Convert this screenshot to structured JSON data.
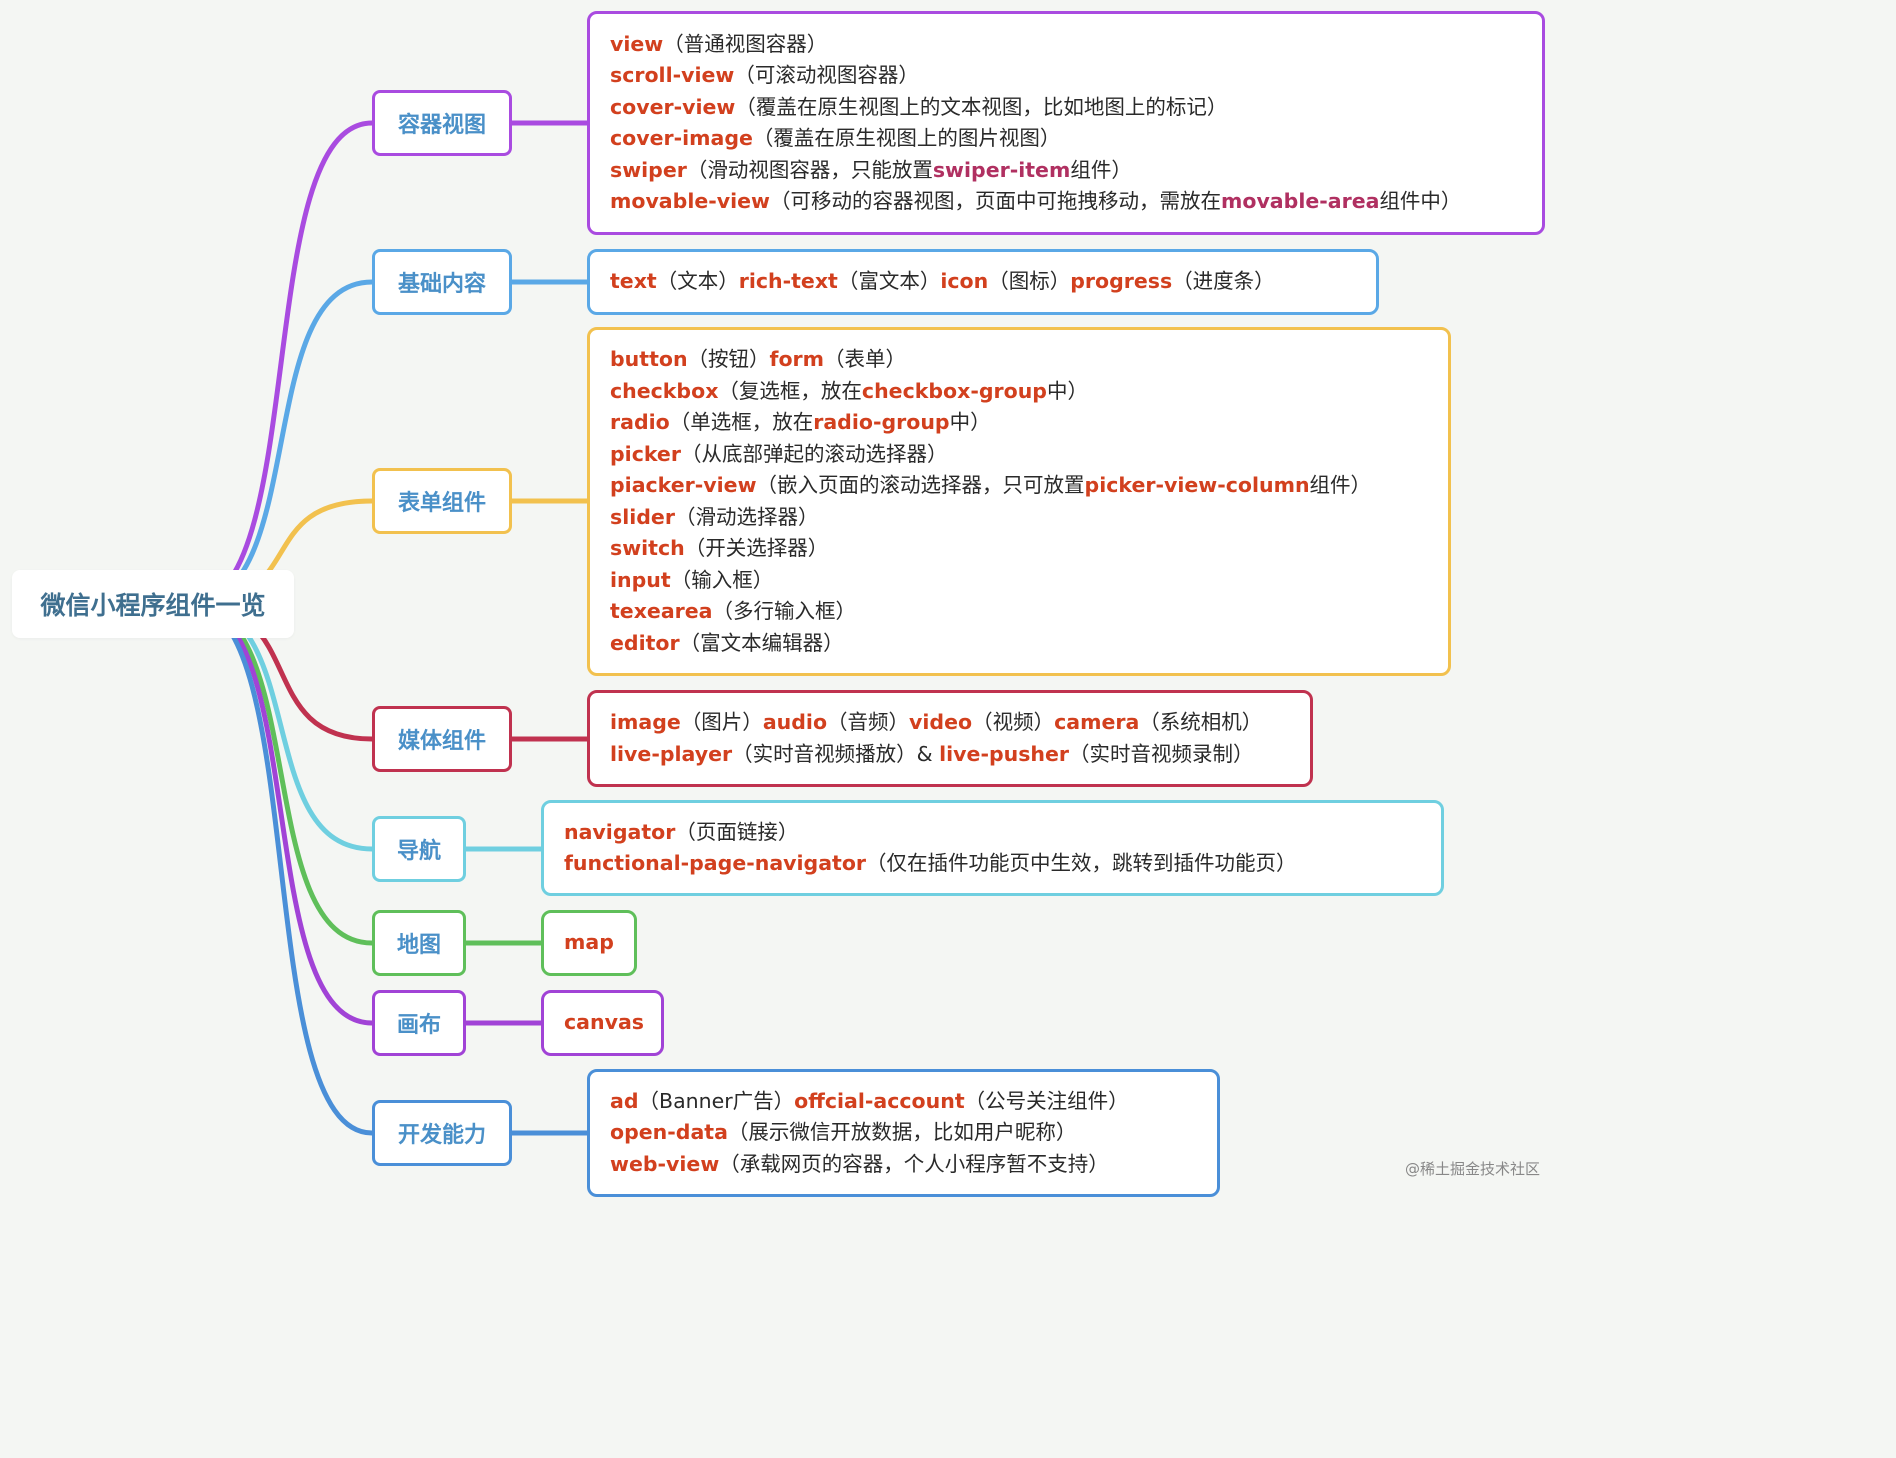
{
  "root": {
    "label": "微信小程序组件一览"
  },
  "categories": [
    {
      "id": "container",
      "label": "容器视图",
      "color": "#a94be0",
      "lines": [
        [
          {
            "t": "view",
            "k": 1
          },
          {
            "t": "（普通视图容器）"
          }
        ],
        [
          {
            "t": "scroll-view",
            "k": 1
          },
          {
            "t": "（可滚动视图容器）"
          }
        ],
        [
          {
            "t": "cover-view",
            "k": 1
          },
          {
            "t": "（覆盖在原生视图上的文本视图，比如地图上的标记）"
          }
        ],
        [
          {
            "t": "cover-image",
            "k": 1
          },
          {
            "t": "（覆盖在原生视图上的图片视图）"
          }
        ],
        [
          {
            "t": "swiper",
            "k": 1
          },
          {
            "t": "（滑动视图容器，只能放置"
          },
          {
            "t": "swiper-item",
            "k": 2
          },
          {
            "t": "组件）"
          }
        ],
        [
          {
            "t": "movable-view",
            "k": 1
          },
          {
            "t": "（可移动的容器视图，页面中可拖拽移动，需放在"
          },
          {
            "t": "movable-area",
            "k": 2
          },
          {
            "t": "组件中）"
          }
        ]
      ]
    },
    {
      "id": "basic",
      "label": "基础内容",
      "color": "#5aa8e6",
      "lines": [
        [
          {
            "t": "text",
            "k": 1
          },
          {
            "t": "（文本）"
          },
          {
            "t": "rich-text",
            "k": 1
          },
          {
            "t": "（富文本）"
          },
          {
            "t": "icon",
            "k": 1
          },
          {
            "t": "（图标）"
          },
          {
            "t": "progress",
            "k": 1
          },
          {
            "t": "（进度条）"
          }
        ]
      ]
    },
    {
      "id": "form",
      "label": "表单组件",
      "color": "#f2c14e",
      "lines": [
        [
          {
            "t": "button",
            "k": 1
          },
          {
            "t": "（按钮）"
          },
          {
            "t": "form",
            "k": 1
          },
          {
            "t": "（表单）"
          }
        ],
        [
          {
            "t": "checkbox",
            "k": 1
          },
          {
            "t": "（复选框，放在"
          },
          {
            "t": "checkbox-group",
            "k": 1
          },
          {
            "t": "中）"
          }
        ],
        [
          {
            "t": "radio",
            "k": 1
          },
          {
            "t": "（单选框，放在"
          },
          {
            "t": "radio-group",
            "k": 1
          },
          {
            "t": "中）"
          }
        ],
        [
          {
            "t": "picker",
            "k": 1
          },
          {
            "t": "（从底部弹起的滚动选择器）"
          }
        ],
        [
          {
            "t": "piacker-view",
            "k": 1
          },
          {
            "t": "（嵌入页面的滚动选择器，只可放置"
          },
          {
            "t": "picker-view-column",
            "k": 1
          },
          {
            "t": "组件）"
          }
        ],
        [
          {
            "t": "slider",
            "k": 1
          },
          {
            "t": "（滑动选择器）"
          }
        ],
        [
          {
            "t": "switch",
            "k": 1
          },
          {
            "t": "（开关选择器）"
          }
        ],
        [
          {
            "t": "input",
            "k": 1
          },
          {
            "t": "（输入框）"
          }
        ],
        [
          {
            "t": "texearea",
            "k": 1
          },
          {
            "t": "（多行输入框）"
          }
        ],
        [
          {
            "t": "editor",
            "k": 1
          },
          {
            "t": "（富文本编辑器）"
          }
        ]
      ]
    },
    {
      "id": "media",
      "label": "媒体组件",
      "color": "#c0324f",
      "lines": [
        [
          {
            "t": "image",
            "k": 1
          },
          {
            "t": "（图片）"
          },
          {
            "t": "audio",
            "k": 1
          },
          {
            "t": "（音频）"
          },
          {
            "t": "video",
            "k": 1
          },
          {
            "t": "（视频）"
          },
          {
            "t": "camera",
            "k": 1
          },
          {
            "t": "（系统相机）"
          }
        ],
        [
          {
            "t": "live-player",
            "k": 1
          },
          {
            "t": "（实时音视频播放）& "
          },
          {
            "t": "live-pusher",
            "k": 1
          },
          {
            "t": "（实时音视频录制）"
          }
        ]
      ]
    },
    {
      "id": "nav",
      "label": "导航",
      "color": "#6fcfe0",
      "lines": [
        [
          {
            "t": "navigator",
            "k": 1
          },
          {
            "t": "（页面链接）"
          }
        ],
        [
          {
            "t": "functional-page-navigator",
            "k": 1
          },
          {
            "t": "（仅在插件功能页中生效，跳转到插件功能页）"
          }
        ]
      ]
    },
    {
      "id": "map",
      "label": "地图",
      "color": "#5fbf5a",
      "lines": [
        [
          {
            "t": "map",
            "k": 1
          }
        ]
      ]
    },
    {
      "id": "canvas",
      "label": "画布",
      "color": "#a143d6",
      "lines": [
        [
          {
            "t": "canvas",
            "k": 1
          }
        ]
      ]
    },
    {
      "id": "open",
      "label": "开发能力",
      "color": "#4a8fd8",
      "lines": [
        [
          {
            "t": "ad",
            "k": 1
          },
          {
            "t": "（Banner广告）"
          },
          {
            "t": "offcial-account",
            "k": 1
          },
          {
            "t": "（公号关注组件）"
          }
        ],
        [
          {
            "t": "open-data",
            "k": 1
          },
          {
            "t": "（展示微信开放数据，比如用户昵称）"
          }
        ],
        [
          {
            "t": "web-view",
            "k": 1
          },
          {
            "t": "（承载网页的容器，个人小程序暂不支持）"
          }
        ]
      ]
    }
  ],
  "watermark": "@稀土掘金技术社区"
}
